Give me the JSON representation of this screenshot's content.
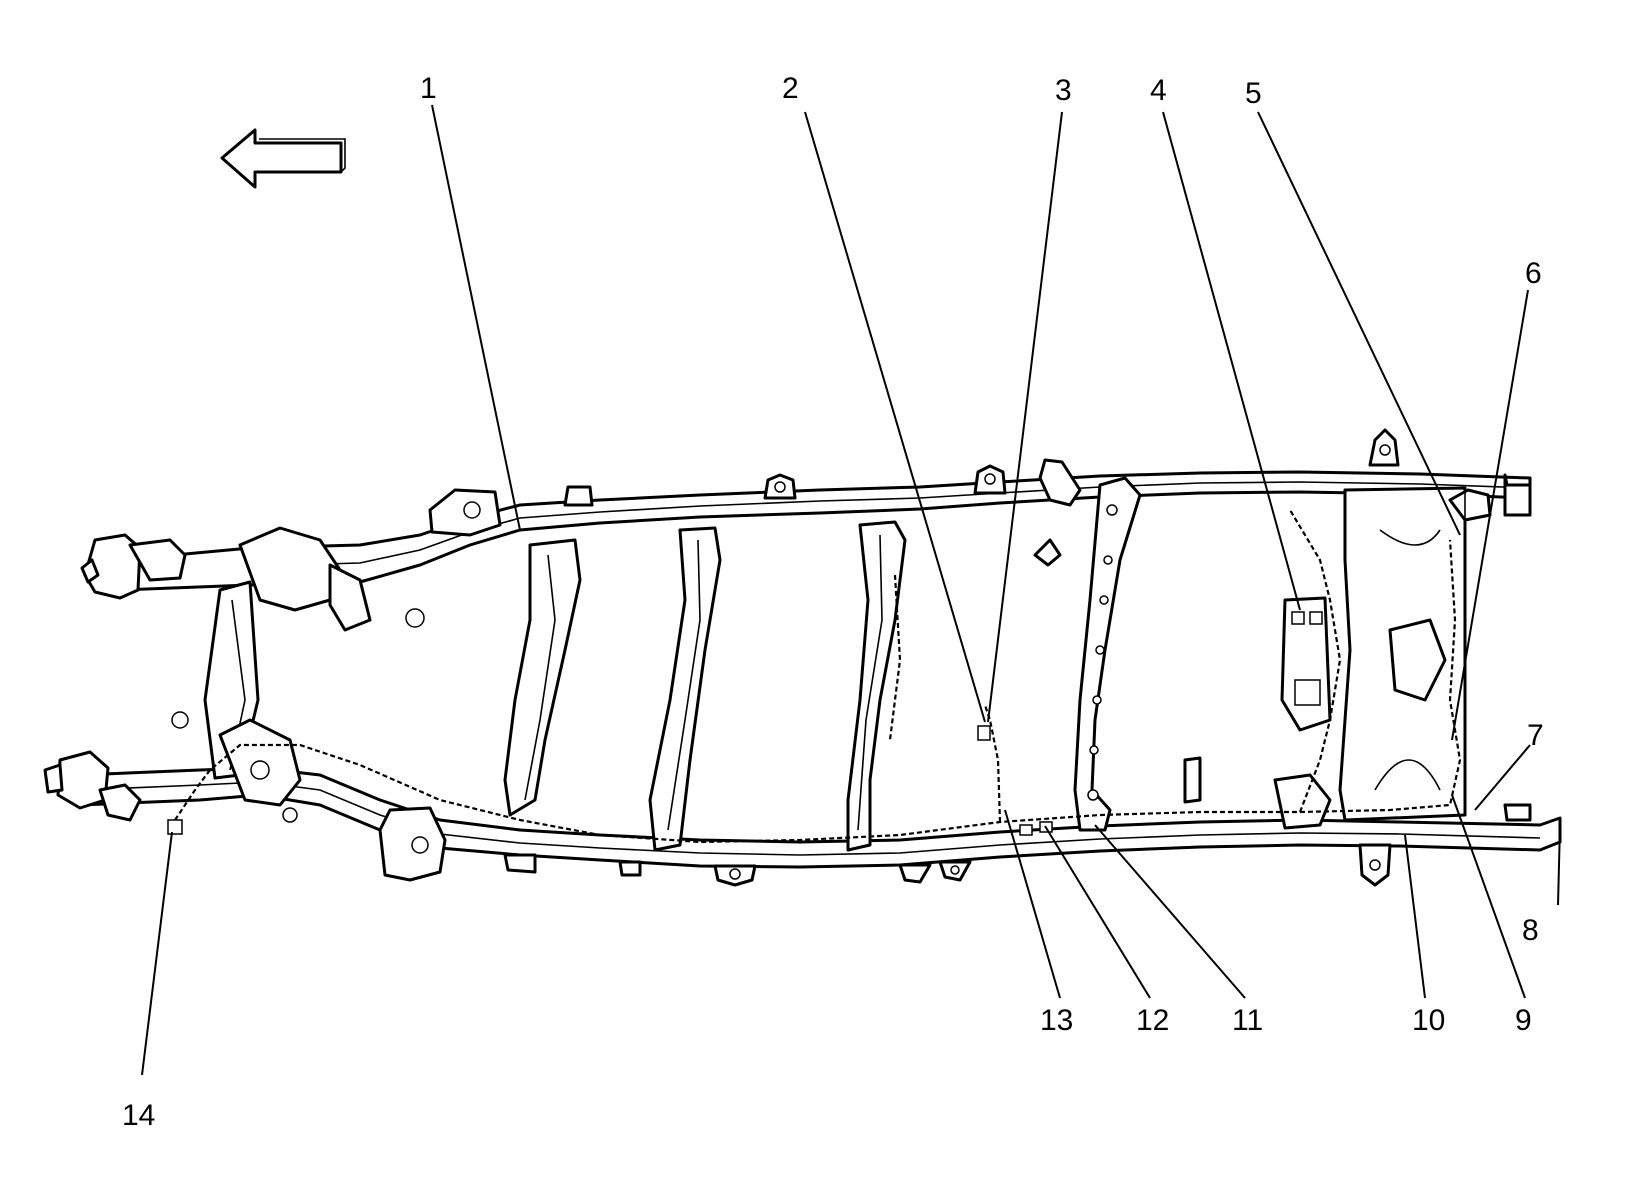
{
  "diagram": {
    "direction_arrow_icon": "left-arrow-icon",
    "callouts": [
      {
        "id": "1",
        "label": "1"
      },
      {
        "id": "2",
        "label": "2"
      },
      {
        "id": "3",
        "label": "3"
      },
      {
        "id": "4",
        "label": "4"
      },
      {
        "id": "5",
        "label": "5"
      },
      {
        "id": "6",
        "label": "6"
      },
      {
        "id": "7",
        "label": "7"
      },
      {
        "id": "8",
        "label": "8"
      },
      {
        "id": "9",
        "label": "9"
      },
      {
        "id": "10",
        "label": "10"
      },
      {
        "id": "11",
        "label": "11"
      },
      {
        "id": "12",
        "label": "12"
      },
      {
        "id": "13",
        "label": "13"
      },
      {
        "id": "14",
        "label": "14"
      }
    ]
  }
}
